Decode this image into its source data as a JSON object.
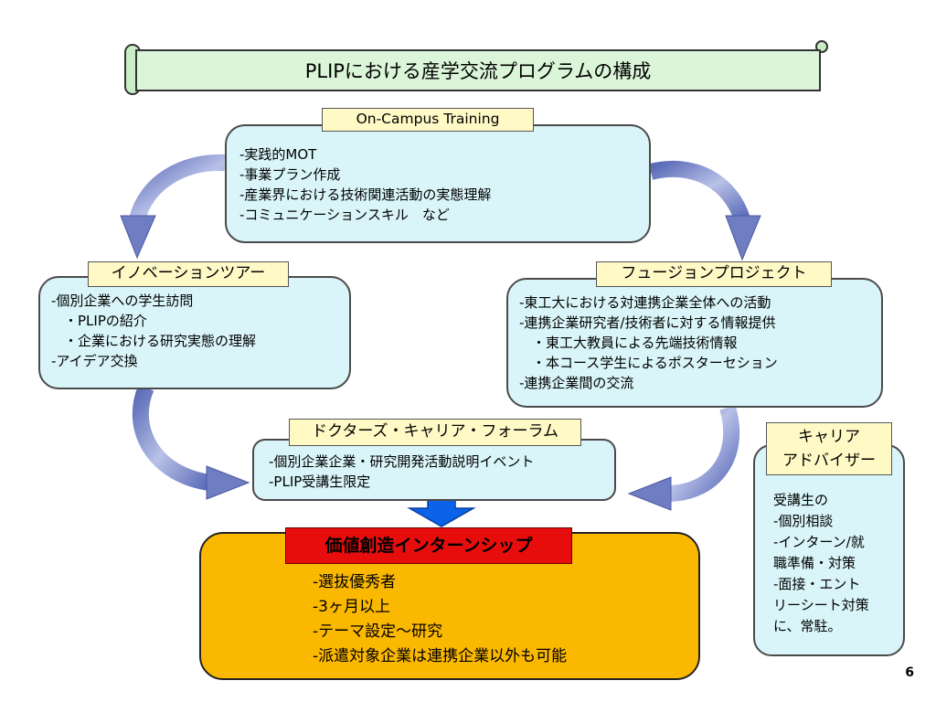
{
  "title": "PLIPにおける産学交流プログラムの構成",
  "on_campus": {
    "label": "On-Campus Training",
    "lines": [
      "-実践的MOT",
      "-事業プラン作成",
      "-産業界における技術関連活動の実態理解",
      "-コミュニケーションスキル　など"
    ]
  },
  "innovation": {
    "label": "イノベーションツアー",
    "lines": [
      "-個別企業への学生訪問",
      "・PLIPの紹介",
      "・企業における研究実態の理解",
      "-アイデア交換"
    ]
  },
  "fusion": {
    "label": "フュージョンプロジェクト",
    "lines": [
      "-東工大における対連携企業全体への活動",
      "-連携企業研究者/技術者に対する情報提供",
      "・東工大教員による先端技術情報",
      "・本コース学生によるポスターセション",
      "-連携企業間の交流"
    ]
  },
  "doctors": {
    "label": "ドクターズ・キャリア・フォーラム",
    "lines": [
      "-個別企業企業・研究開発活動説明イベント",
      "-PLIP受講生限定"
    ]
  },
  "internship": {
    "label": "価値創造インターンシップ",
    "lines": [
      "-選抜優秀者",
      "-3ヶ月以上",
      "-テーマ設定～研究",
      "-派遣対象企業は連携企業以外も可能"
    ]
  },
  "career": {
    "label_line1": "キャリア",
    "label_line2": "アドバイザー",
    "lines": [
      "受講生の",
      "-個別相談",
      "-インターン/就",
      "職準備・対策",
      "-面接・エント",
      "リーシート対策",
      "に、常駐。"
    ]
  },
  "page_number": "6",
  "colors": {
    "box_fill": "#d9f5f9",
    "tag_fill": "#fff9c6",
    "title_fill": "#dbf5d9",
    "internship_fill": "#fbb800",
    "internship_tag": "#e80d0d",
    "arrow_blue": "#0a63e8",
    "curved_arrow": "#7a86c9"
  }
}
